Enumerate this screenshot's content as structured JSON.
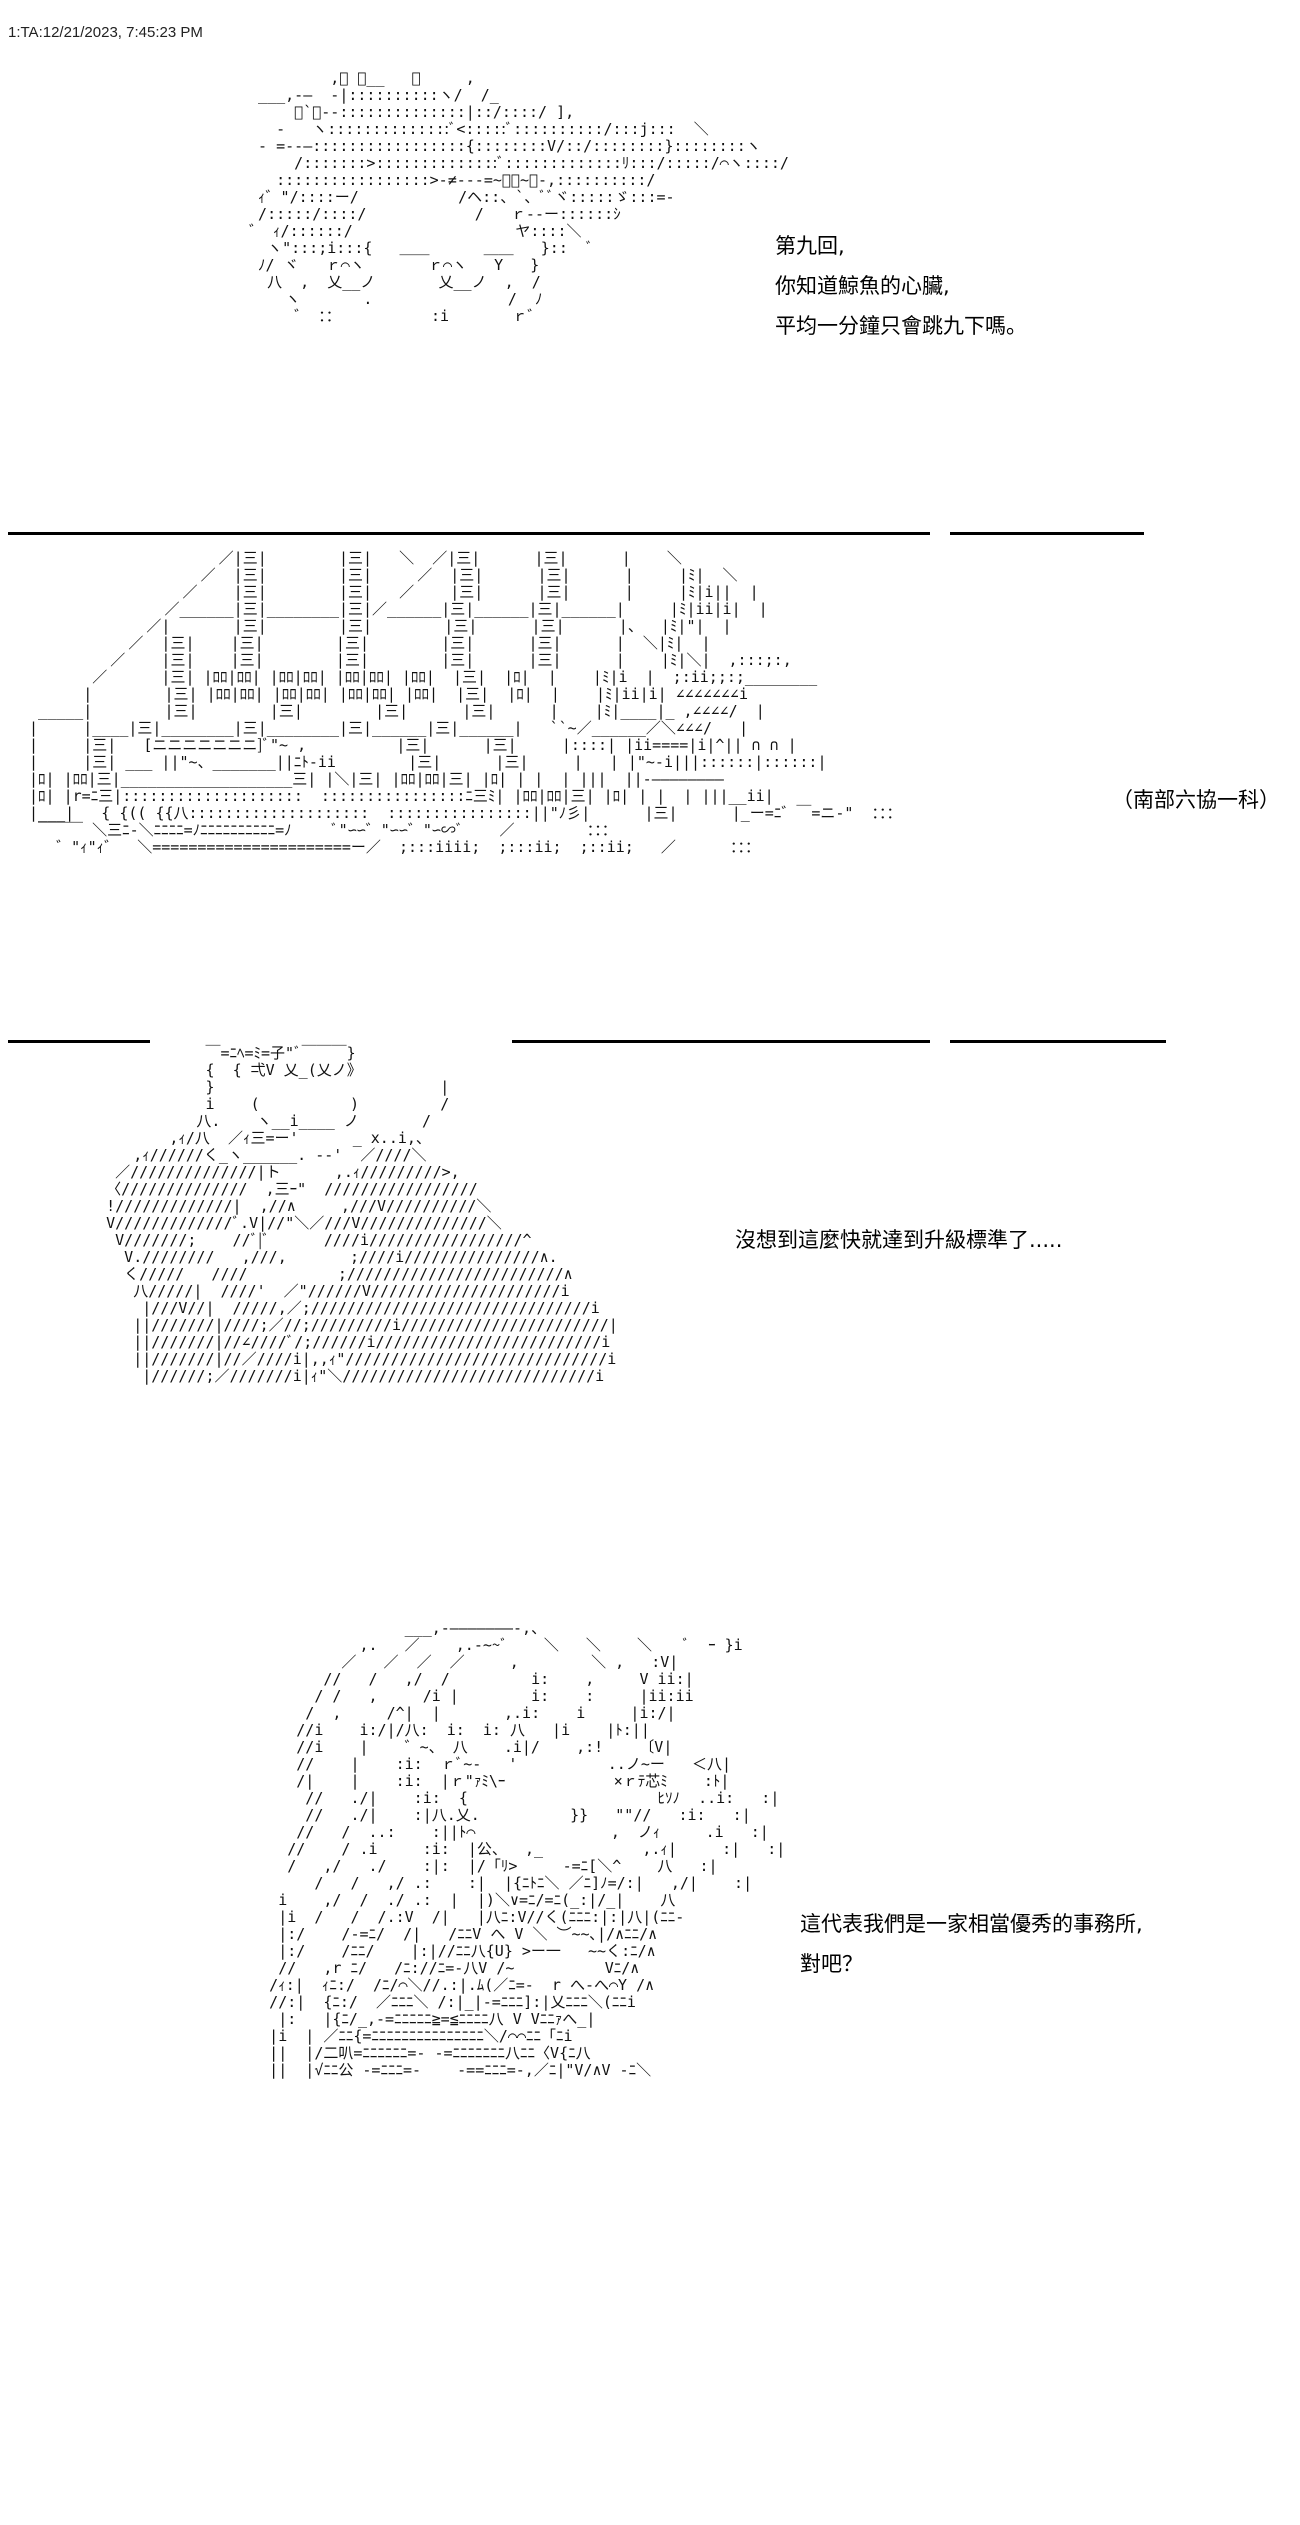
{
  "header": {
    "post_info": "1:TA:12/21/2023, 7:45:23 PM"
  },
  "panel1": {
    "caption_lines": [
      "第九回,",
      "你知道鯨魚的心臟,",
      "平均一分鐘只會跳九下嗎。"
    ]
  },
  "panel2": {
    "label": "（南部六協一科）",
    "caption": "沒想到這麼快就達到升級標準了....."
  },
  "panel3": {
    "caption_lines": [
      "這代表我們是一家相當優秀的事務所,",
      "對吧？"
    ]
  },
  "art_text": {
    "sign": "{ 弌V 乂_(乂ノ》"
  }
}
